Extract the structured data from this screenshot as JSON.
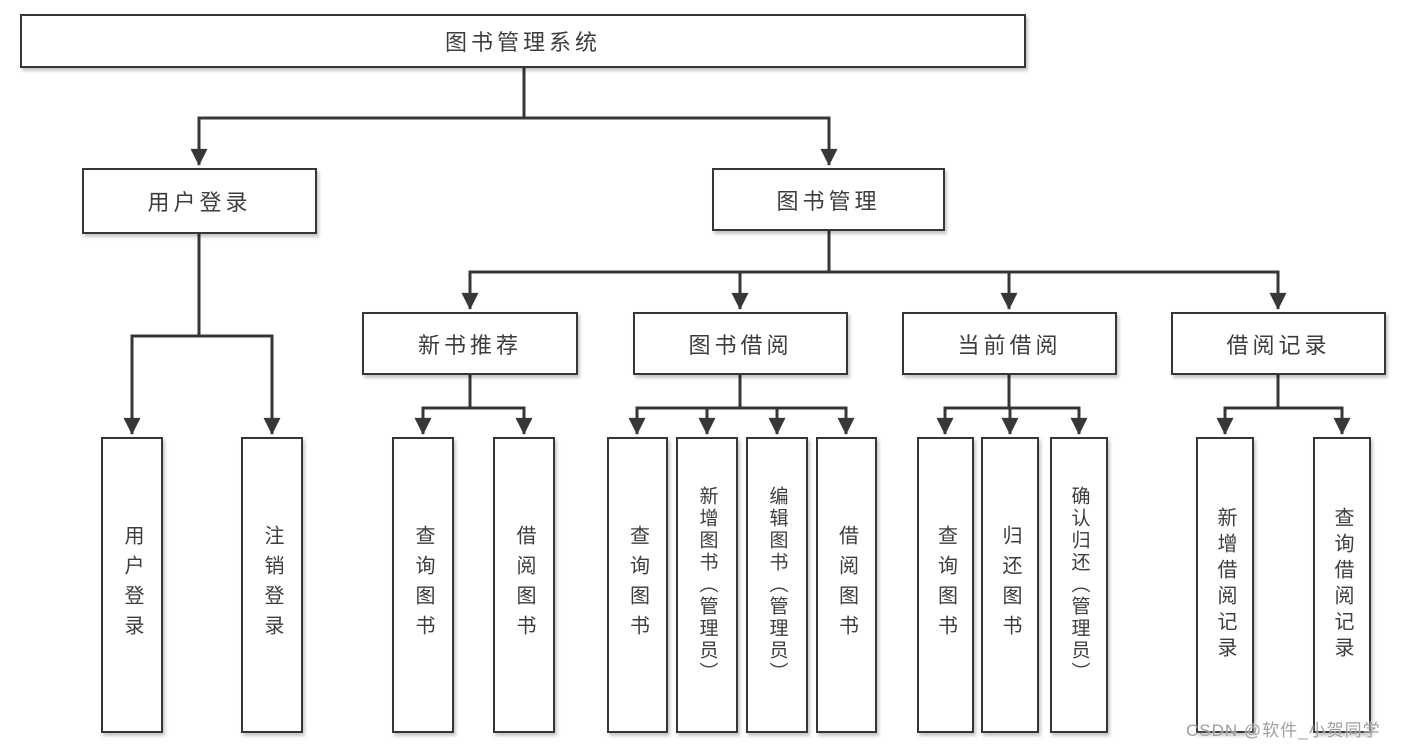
{
  "colors": {
    "line": "#373737",
    "box_border": "#363636",
    "box_fill": "#ffffff",
    "text": "#3d3d3d",
    "watermark_text": "#9f9f9f"
  },
  "watermark": {
    "text": "CSDN @软件_小贺同学"
  },
  "diagram": {
    "type": "hierarchy-tree",
    "root": {
      "label": "图书管理系统",
      "children": [
        {
          "label": "用户登录",
          "children": [
            {
              "label": "用户登录"
            },
            {
              "label": "注销登录"
            }
          ]
        },
        {
          "label": "图书管理",
          "children": [
            {
              "label": "新书推荐",
              "children": [
                {
                  "label": "查询图书"
                },
                {
                  "label": "借阅图书"
                }
              ]
            },
            {
              "label": "图书借阅",
              "children": [
                {
                  "label": "查询图书"
                },
                {
                  "label": "新增图书（管理员）"
                },
                {
                  "label": "编辑图书（管理员）"
                },
                {
                  "label": "借阅图书"
                }
              ]
            },
            {
              "label": "当前借阅",
              "children": [
                {
                  "label": "查询图书"
                },
                {
                  "label": "归还图书"
                },
                {
                  "label": "确认归还（管理员）"
                }
              ]
            },
            {
              "label": "借阅记录",
              "children": [
                {
                  "label": "新增借阅记录"
                },
                {
                  "label": "查询借阅记录"
                }
              ]
            }
          ]
        }
      ]
    }
  }
}
